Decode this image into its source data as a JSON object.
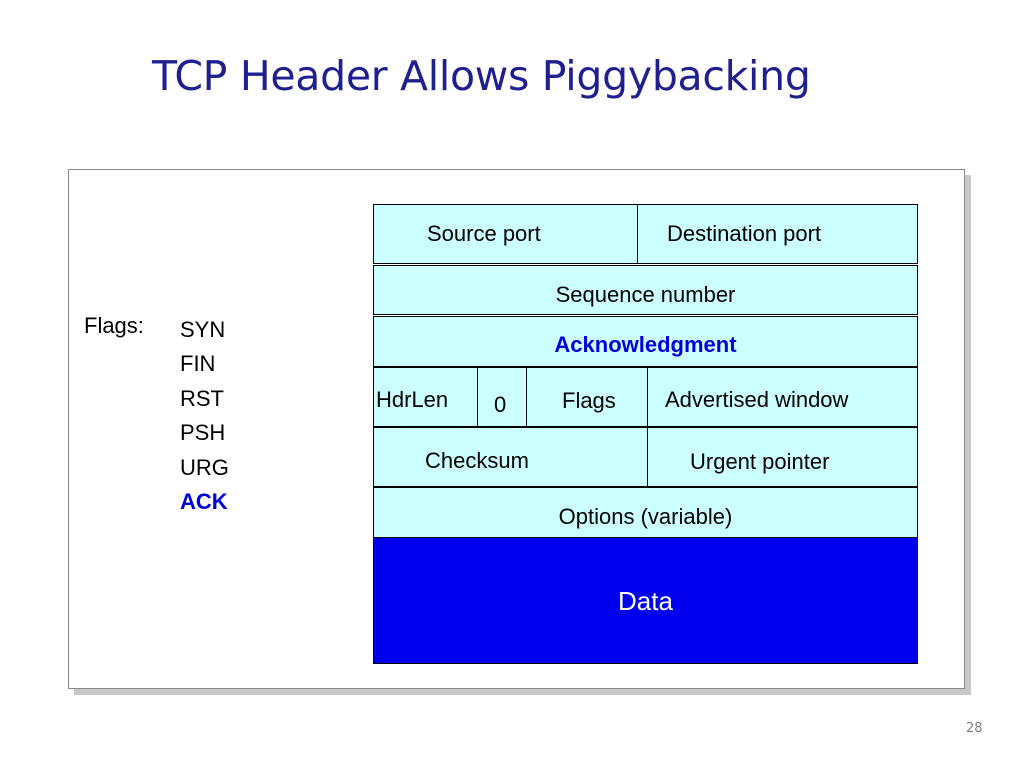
{
  "slide": {
    "title": "TCP Header Allows Piggybacking",
    "page_number": "28"
  },
  "flags_panel": {
    "label": "Flags:",
    "items": [
      "SYN",
      "FIN",
      "RST",
      "PSH",
      "URG",
      "ACK"
    ],
    "highlighted": "ACK"
  },
  "header": {
    "source_port": "Source port",
    "destination_port": "Destination port",
    "sequence_number": "Sequence number",
    "acknowledgment": "Acknowledgment",
    "hdrlen": "HdrLen",
    "zero": "0",
    "flags": "Flags",
    "advertised_window": "Advertised window",
    "checksum": "Checksum",
    "urgent_pointer": "Urgent pointer",
    "options": "Options (variable)",
    "data": "Data"
  },
  "colors": {
    "title": "#1f1f8f",
    "field_fill": "#ccffff",
    "data_fill": "#0000ee",
    "highlight_text": "#0000dd"
  }
}
